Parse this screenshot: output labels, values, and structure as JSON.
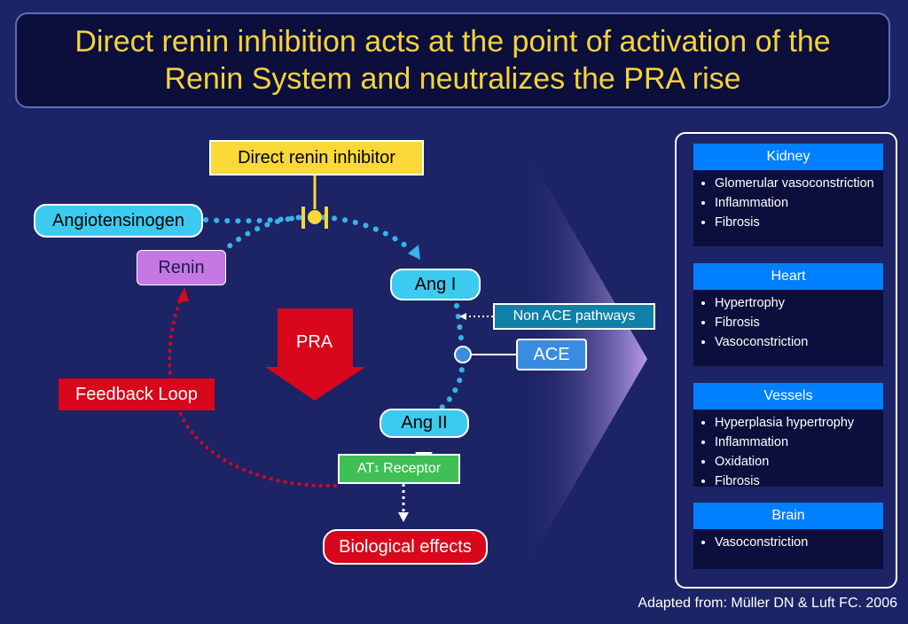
{
  "title": {
    "line1": "Direct renin inhibition acts at the point of activation of the",
    "line2": "Renin System and neutralizes the PRA rise"
  },
  "diagram": {
    "inhibitor": "Direct renin inhibitor",
    "angiotensinogen": "Angiotensinogen",
    "renin": "Renin",
    "ang1": "Ang I",
    "non_ace": "Non ACE pathways",
    "ace": "ACE",
    "pra": "PRA",
    "feedback": "Feedback Loop",
    "ang2": "Ang II",
    "receptor_main": "AT",
    "receptor_sub": "1",
    "receptor_rest": " Receptor",
    "effects": "Biological effects"
  },
  "organs": [
    {
      "name": "Kidney",
      "effects": [
        "Glomerular vasoconstriction",
        "Inflammation",
        "Fibrosis"
      ]
    },
    {
      "name": "Heart",
      "effects": [
        "Hypertrophy",
        "Fibrosis",
        "Vasoconstriction"
      ]
    },
    {
      "name": "Vessels",
      "effects": [
        "Hyperplasia hypertrophy",
        "Inflammation",
        "Oxidation",
        "Fibrosis"
      ]
    },
    {
      "name": "Brain",
      "effects": [
        "Vasoconstriction"
      ]
    }
  ],
  "citation": "Adapted from: Müller DN & Luft FC. 2006",
  "colors": {
    "background": "#1c2466",
    "title_text": "#f5d33a",
    "cyan_pill": "#3ccbf0",
    "renin": "#c578e4",
    "inhibitor": "#f9d838",
    "red": "#d8071b",
    "receptor": "#3fbf55",
    "organ_header": "#0080ff"
  }
}
